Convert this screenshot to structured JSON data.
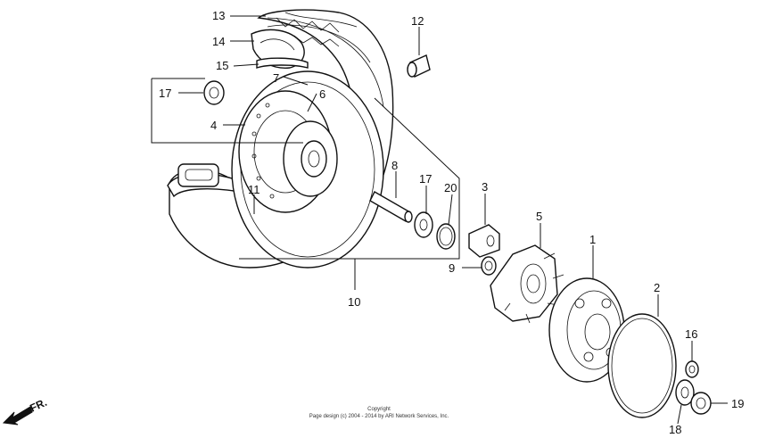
{
  "callouts": [
    "13",
    "14",
    "15",
    "7",
    "6",
    "17",
    "4",
    "12",
    "8",
    "17",
    "20",
    "3",
    "5",
    "11",
    "9",
    "1",
    "2",
    "10",
    "16",
    "19",
    "18"
  ],
  "copyright": {
    "line1": "Copyright",
    "line2": "Page design (c) 2004 - 2014 by ARI Network Services, Inc."
  },
  "direction": {
    "label": "FR.",
    "icon": "front-direction-arrow-icon"
  }
}
